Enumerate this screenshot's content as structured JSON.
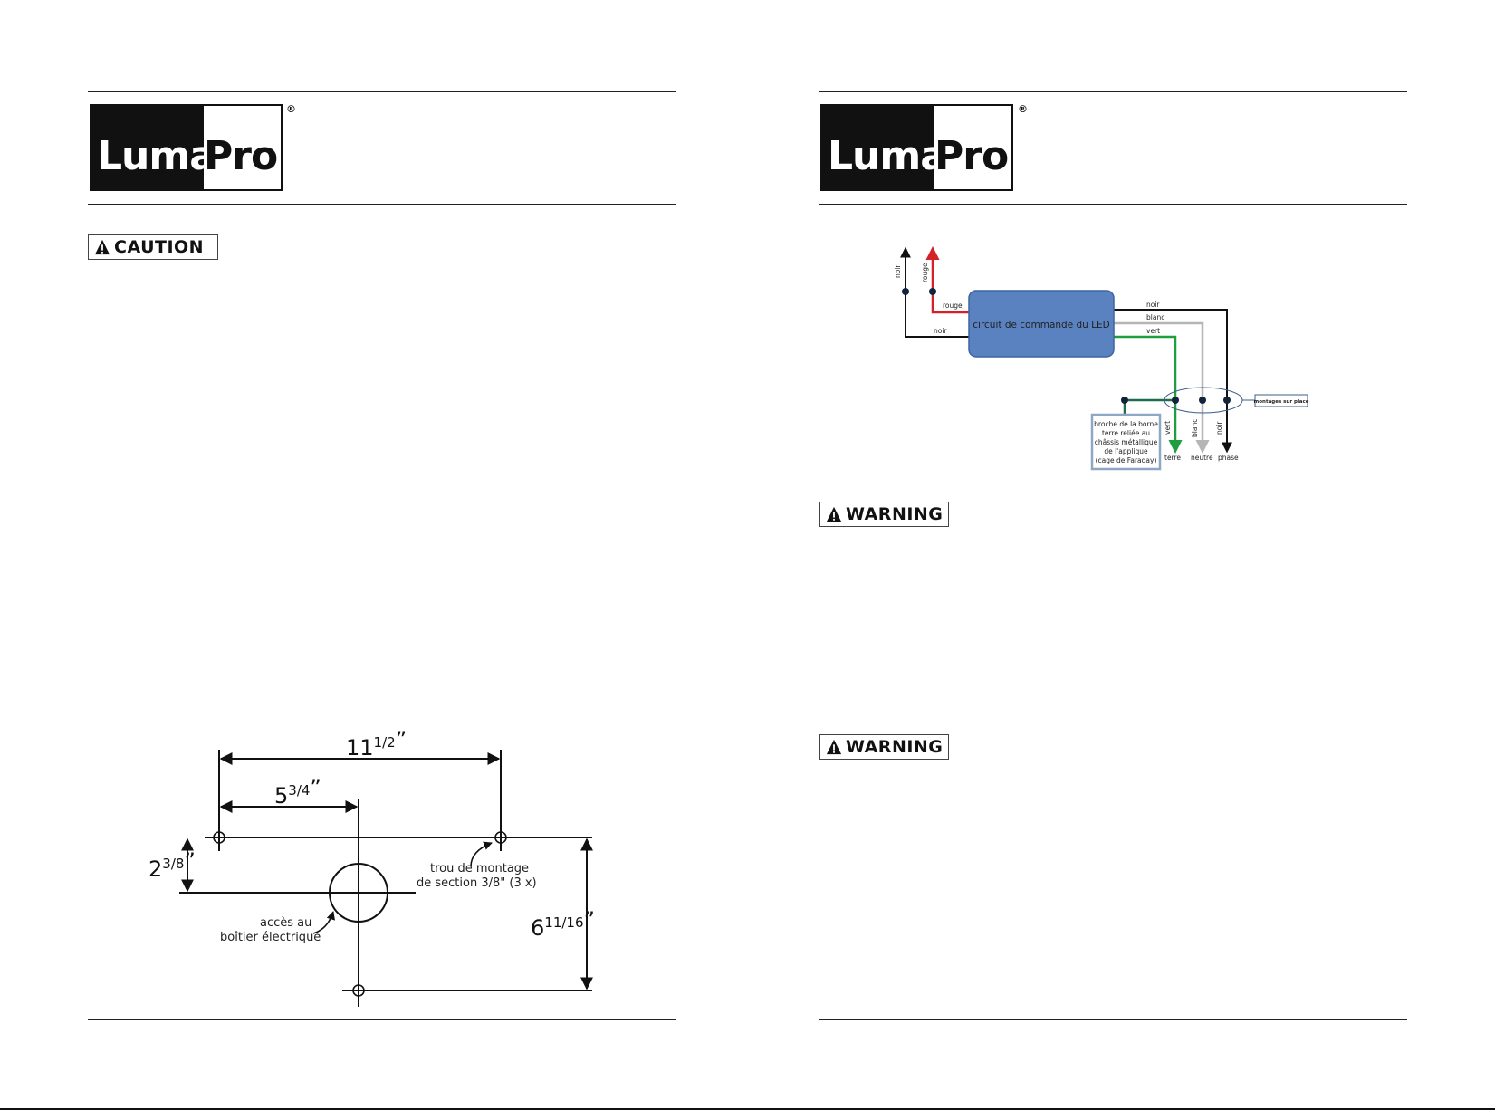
{
  "brand": {
    "logo_part1": "Luma",
    "logo_part2": "Pro",
    "registered": "®"
  },
  "left_page": {
    "caution_label": "CAUTION",
    "dimensions": {
      "width_total": {
        "whole": "11",
        "frac": "1/2",
        "unit": "”"
      },
      "width_half": {
        "whole": "5",
        "frac": "3/4",
        "unit": "”"
      },
      "height_small": {
        "whole": "2",
        "frac": "3/8",
        "unit": "”"
      },
      "height_total": {
        "whole": "6",
        "frac": "11/16",
        "unit": "”"
      }
    },
    "labels": {
      "mount_hole_1": "trou de montage",
      "mount_hole_2": "de section 3/8\" (3 x)",
      "box_access_1": "accès au",
      "box_access_2": "boîtier électrique"
    }
  },
  "right_page": {
    "diagram": {
      "led_circuit": "circuit de commande du LED",
      "wire_labels": {
        "noir_vertical": "noir",
        "rouge_vertical": "rouge",
        "rouge": "rouge",
        "noir_left": "noir",
        "noir_right": "noir",
        "blanc": "blanc",
        "vert": "vert",
        "vert_down": "vert",
        "blanc_down": "blanc",
        "noir_down": "noir"
      },
      "terminal_labels": {
        "terre": "terre",
        "neutre": "neutre",
        "phase": "phase"
      },
      "field_connections": "montages sur place",
      "ground_box": [
        "broche de la borne",
        "terre reliée au",
        "châssis métallique",
        "de l'applique",
        "(cage de Faraday)"
      ],
      "colors": {
        "black": "#111111",
        "red": "#d42027",
        "white_wire": "#b5b5b5",
        "green": "#1e9e3e",
        "circuit_fill": "#5a82c0",
        "circuit_stroke": "#3d64a0"
      }
    },
    "warning_label_1": "WARNING",
    "warning_label_2": "WARNING"
  }
}
